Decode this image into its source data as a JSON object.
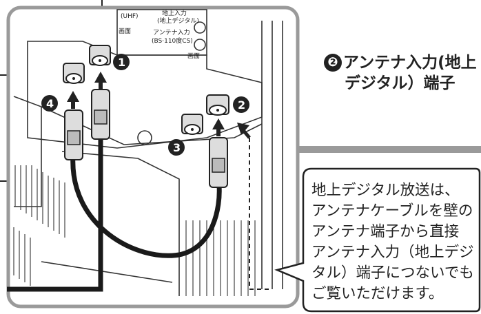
{
  "photo_labels": {
    "label_uhf": "(UHF)",
    "label_input": "地上入力",
    "label_digital": "(地上デジタル)",
    "label_antenna_input": "アンテナ入力",
    "label_bs": "(BS·110度CS)",
    "label_side_a": "画面",
    "label_side_b": "画面"
  },
  "markers": [
    "❶",
    "❷",
    "❸",
    "❹"
  ],
  "callout": {
    "num": "❷",
    "line1": "アンテナ入力(地上",
    "line2": "デジタル）端子"
  },
  "note": {
    "lines": [
      "地上デジタル放送は、",
      "アンテナケーブルを壁の",
      "アンテナ端子から直接",
      "アンテナ入力（地上デジ",
      "タル）端子につないでも",
      "ご覧いただけます。"
    ]
  },
  "colors": {
    "frame": "#9a9a9a",
    "frame_inner": "#ffffff",
    "line": "#222222",
    "cable": "#1a1a1a",
    "connector_fill": "#d9d9d9"
  }
}
